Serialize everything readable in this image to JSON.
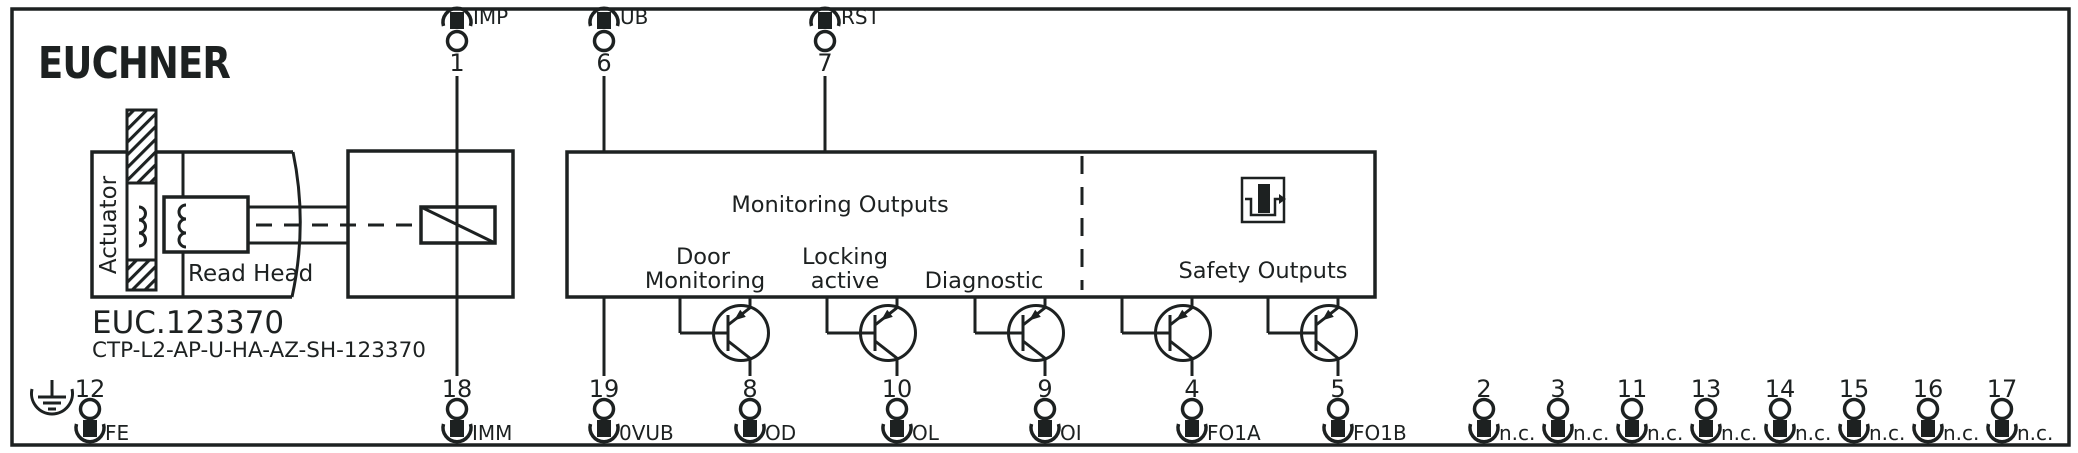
{
  "brand": {
    "logo": "EUCHNER"
  },
  "device": {
    "order_code": "EUC.123370",
    "type_code": "CTP-L2-AP-U-HA-AZ-SH-123370"
  },
  "labels": {
    "actuator": "Actuator",
    "read_head": "Read Head",
    "monitoring_outputs": "Monitoring Outputs",
    "door_line1": "Door",
    "door_line2": "Monitoring",
    "locking_line1": "Locking",
    "locking_line2": "active",
    "diagnostic": "Diagnostic",
    "safety_outputs": "Safety Outputs"
  },
  "top_pins": [
    {
      "number": "1",
      "label": "IMP"
    },
    {
      "number": "6",
      "label": "UB"
    },
    {
      "number": "7",
      "label": "RST"
    }
  ],
  "bottom_pins": [
    {
      "number": "12",
      "label": "FE"
    },
    {
      "number": "18",
      "label": "IMM"
    },
    {
      "number": "19",
      "label": "0VUB"
    },
    {
      "number": "8",
      "label": "OD"
    },
    {
      "number": "10",
      "label": "OL"
    },
    {
      "number": "9",
      "label": "OI"
    },
    {
      "number": "4",
      "label": "FO1A"
    },
    {
      "number": "5",
      "label": "FO1B"
    },
    {
      "number": "2",
      "label": "n.c."
    },
    {
      "number": "3",
      "label": "n.c."
    },
    {
      "number": "11",
      "label": "n.c."
    },
    {
      "number": "13",
      "label": "n.c."
    },
    {
      "number": "14",
      "label": "n.c."
    },
    {
      "number": "15",
      "label": "n.c."
    },
    {
      "number": "16",
      "label": "n.c."
    },
    {
      "number": "17",
      "label": "n.c."
    }
  ],
  "colors": {
    "line": "#1d2121",
    "logo": "#3c4a4a",
    "background": "#ffffff"
  }
}
